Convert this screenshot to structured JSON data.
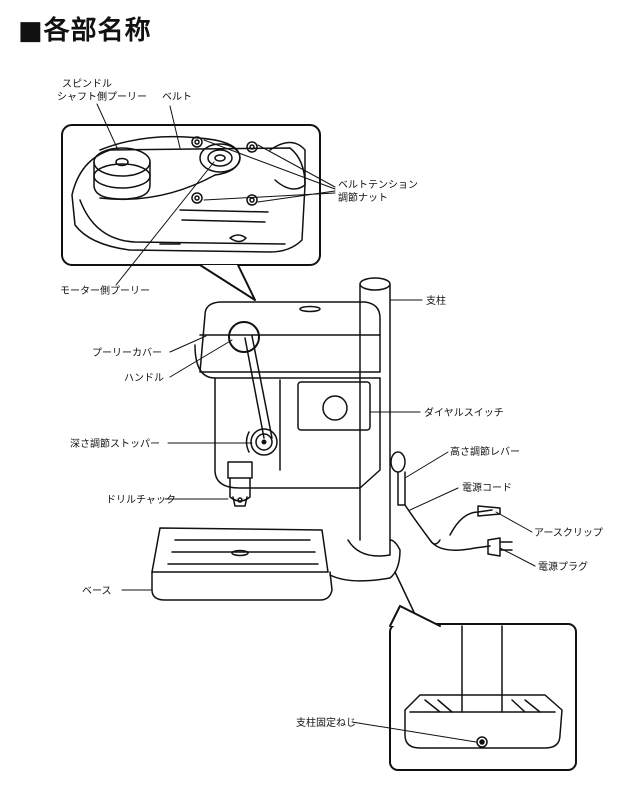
{
  "title": "■各部名称",
  "labels": {
    "spindle_pulley_1": "スピンドル",
    "spindle_pulley_2": "シャフト側プーリー",
    "belt": "ベルト",
    "belt_tension_1": "ベルトテンション",
    "belt_tension_2": "調節ナット",
    "motor_pulley": "モーター側プーリー",
    "column": "支柱",
    "pulley_cover": "プーリーカバー",
    "handle": "ハンドル",
    "dial_switch": "ダイヤルスイッチ",
    "depth_stopper": "深さ調節ストッパー",
    "height_lever": "高さ調節レバー",
    "power_cord": "電源コード",
    "earth_clip": "アースクリップ",
    "drill_chuck": "ドリルチャック",
    "power_plug": "電源プラグ",
    "base": "ベース",
    "column_screw": "支柱固定ねじ"
  }
}
